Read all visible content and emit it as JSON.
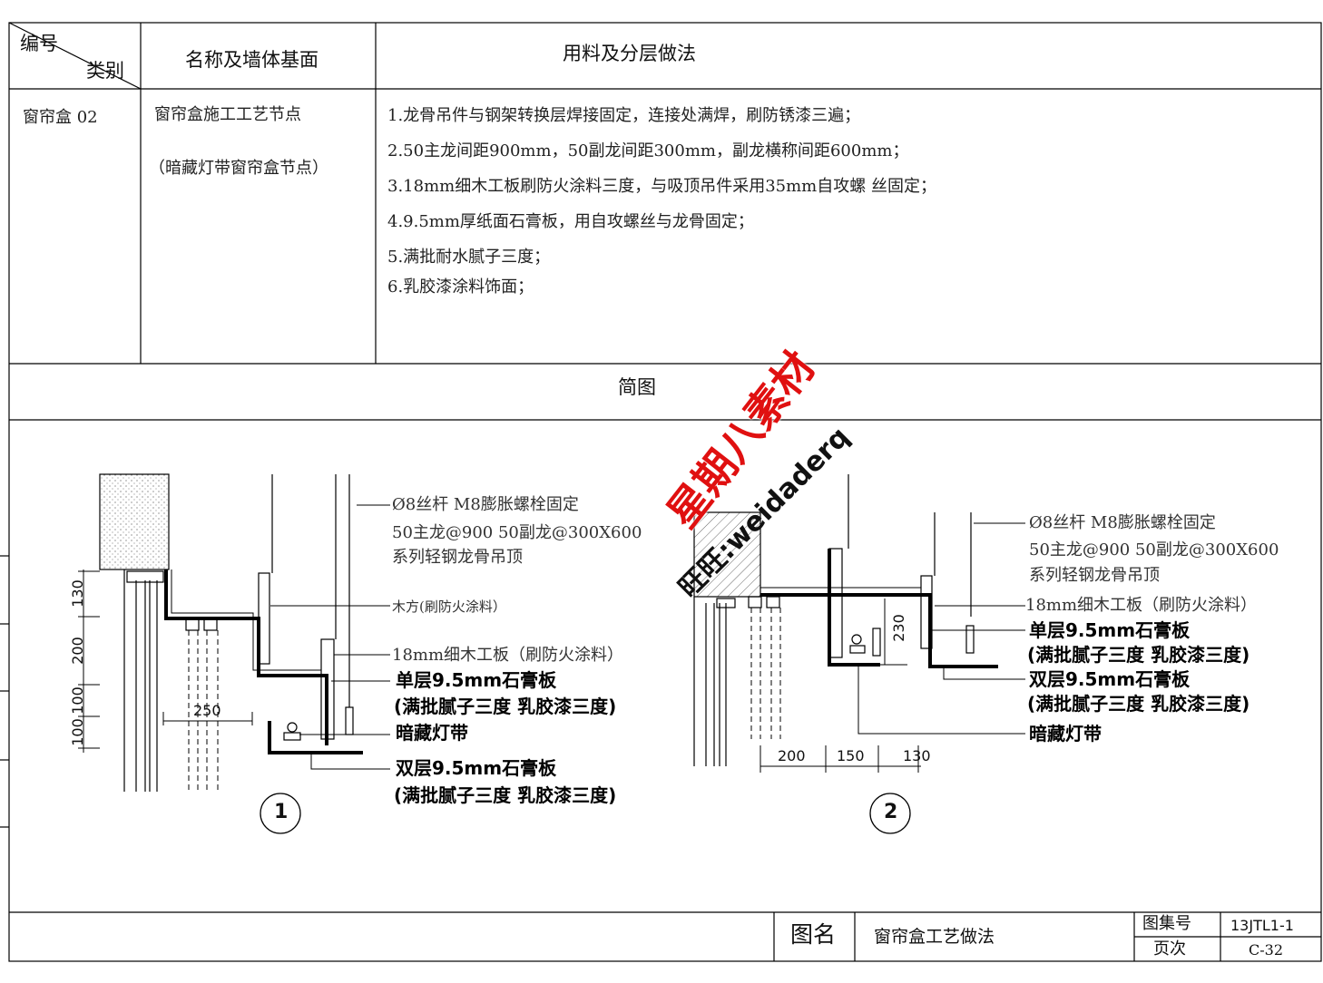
{
  "header": {
    "code_label": "编号",
    "category_label": "类别",
    "name_label": "名称及墙体基面",
    "method_label": "用料及分层做法"
  },
  "row": {
    "code": "窗帘盒 02",
    "name_lines": [
      "窗帘盒施工工艺节点",
      "（暗藏灯带窗帘盒节点）"
    ],
    "steps": [
      "1.龙骨吊件与钢架转换层焊接固定，连接处满焊，刷防锈漆三遍；",
      "2.50主龙间距900mm，50副龙间距300mm，副龙横称间距600mm；",
      "3.18mm细木工板刷防火涂料三度，与吸顶吊件采用35mm自攻螺  丝固定；",
      "4.9.5mm厚纸面石膏板，用自攻螺丝与龙骨固定；",
      "5.满批耐水腻子三度；",
      "6.乳胶漆涂料饰面；"
    ]
  },
  "sketch_title": "简图",
  "drawing1": {
    "number": "1",
    "labels": {
      "rod": "Ø8丝杆 M8膨胀螺栓固定",
      "keel": "50主龙@900   50副龙@300X600",
      "system": "系列轻钢龙骨吊顶",
      "wood": "木方(刷防火涂料）",
      "board": "18mm细木工板（刷防火涂料）",
      "single": "单层9.5mm石膏板",
      "finish1": "(满批腻子三度 乳胶漆三度)",
      "light": "暗藏灯带",
      "double": "双层9.5mm石膏板",
      "finish2": "(满批腻子三度 乳胶漆三度)"
    },
    "dims": {
      "d1": "130",
      "d2": "200",
      "d3": "100",
      "d4": "100",
      "width": "250"
    }
  },
  "drawing2": {
    "number": "2",
    "labels": {
      "rod": "Ø8丝杆 M8膨胀螺栓固定",
      "keel": "50主龙@900   50副龙@300X600",
      "system": "系列轻钢龙骨吊顶",
      "board": "18mm细木工板（刷防火涂料）",
      "single": "单层9.5mm石膏板",
      "finish1": "(满批腻子三度 乳胶漆三度)",
      "double": "双层9.5mm石膏板",
      "finish2": "(满批腻子三度 乳胶漆三度)",
      "light": "暗藏灯带"
    },
    "dims": {
      "d1": "200",
      "d2": "150",
      "d3": "130",
      "height": "230"
    }
  },
  "watermark": {
    "line1": "星期八素材",
    "line2": "旺旺:weidaderq",
    "color": "#e01010"
  },
  "title_block": {
    "name_label": "图名",
    "name": "窗帘盒工艺做法",
    "atlas_label": "图集号",
    "atlas": "13JTL1-1",
    "page_label": "页次",
    "page": "C-32"
  }
}
